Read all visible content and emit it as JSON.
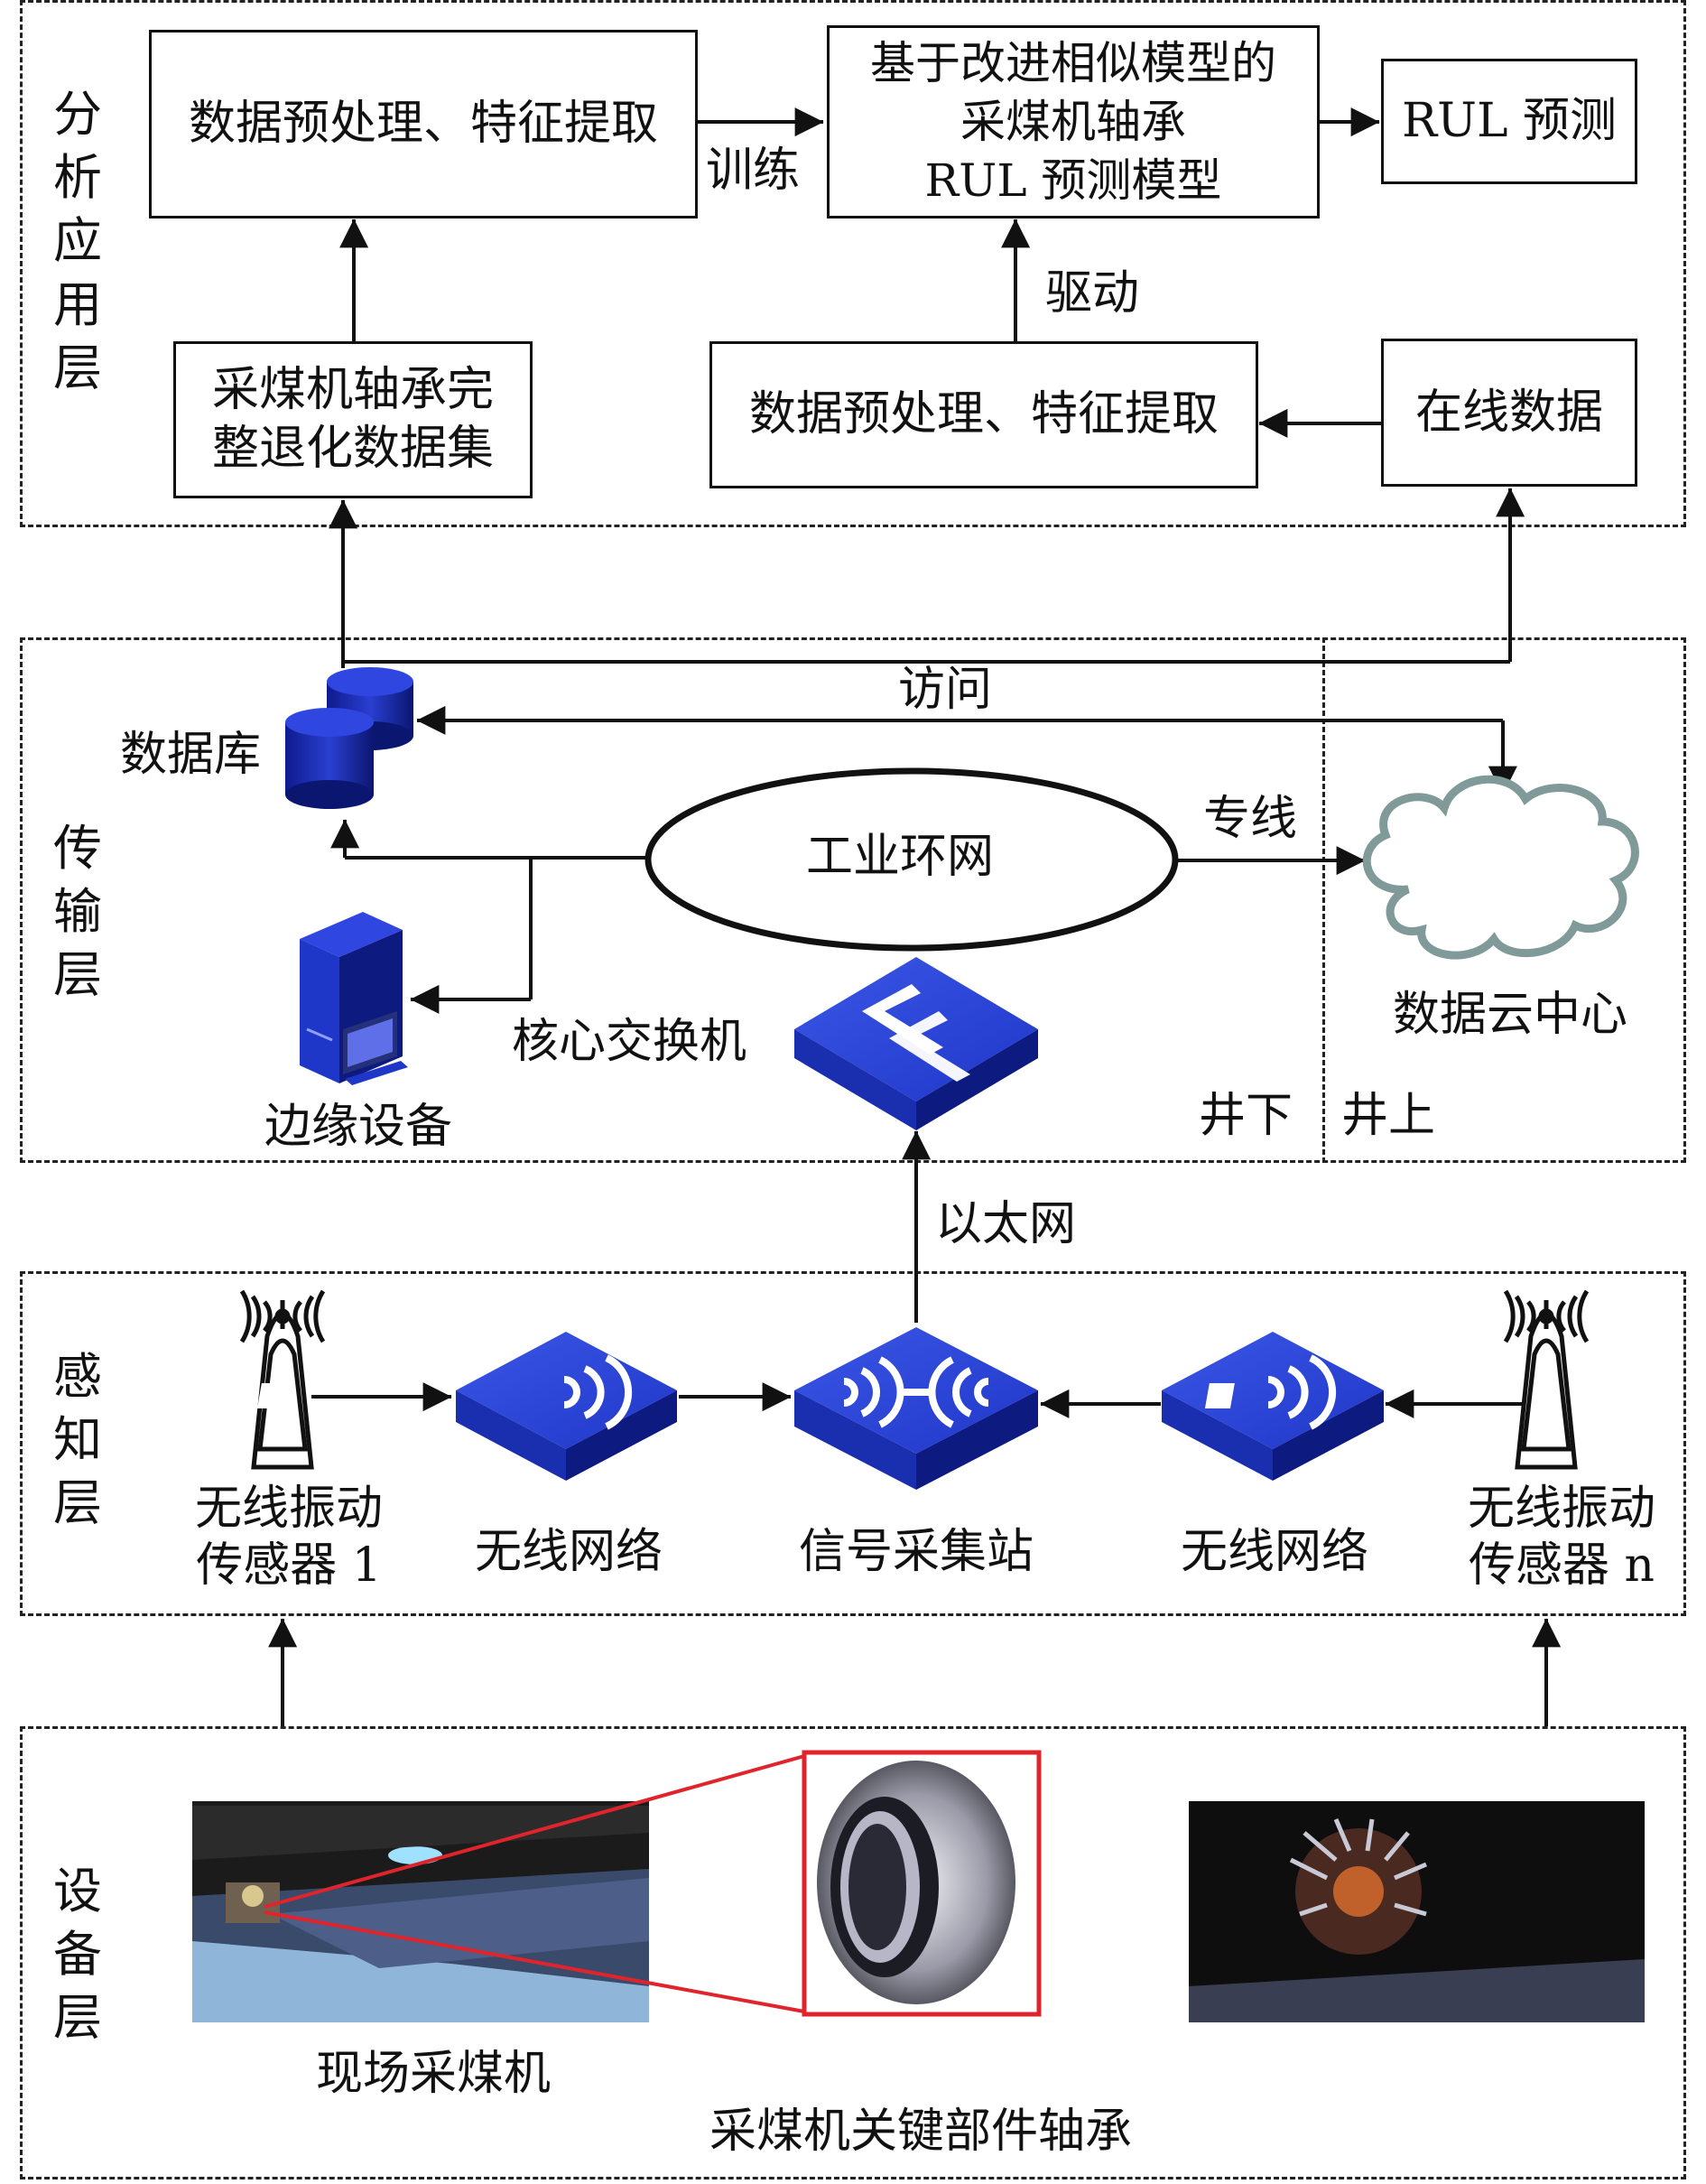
{
  "layers": {
    "analysis": "分\n析\n应\n用\n层",
    "transport": "传\n输\n层",
    "perception": "感\n知\n层",
    "equipment": "设\n备\n层"
  },
  "analysis": {
    "preprocess_top": "数据预处理、特征提取",
    "train_label": "训练",
    "model": "基于改进相似模型的\n采煤机轴承\nRUL 预测模型",
    "rul": "RUL 预测",
    "dataset": "采煤机轴承完\n整退化数据集",
    "drive_label": "驱动",
    "preprocess_bottom": "数据预处理、特征提取",
    "online": "在线数据"
  },
  "transport": {
    "database": "数据库",
    "access": "访问",
    "ring": "工业环网",
    "dedicated": "专线",
    "cloud": "数据云中心",
    "edge": "边缘设备",
    "core_switch": "核心交换机",
    "underground": "井下",
    "surface": "井上",
    "ethernet": "以太网"
  },
  "perception": {
    "sensor1": "无线振动\n传感器 1",
    "wireless1": "无线网络",
    "station": "信号采集站",
    "wireless2": "无线网络",
    "sensor_n": "无线振动\n传感器 n"
  },
  "equipment": {
    "shearer": "现场采煤机",
    "bearing": "采煤机关键部件轴承"
  },
  "colors": {
    "device_blue": "#1f37c8",
    "device_dark": "#0d1a80",
    "cloud_outline": "#7f9a98",
    "highlight_red": "#e0242c"
  }
}
